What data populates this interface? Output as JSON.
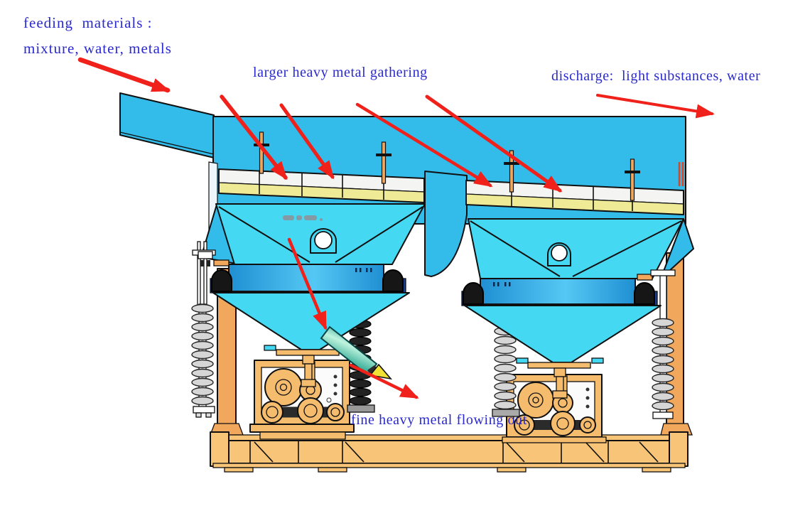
{
  "labels": {
    "feeding_line1": "feeding  materials :",
    "feeding_line2": "mixture, water, metals",
    "gathering": "larger heavy metal gathering",
    "discharge": "discharge:  light substances, water",
    "fine_out": "fine heavy metal flowing out"
  },
  "colors": {
    "label_blue": "#2929CF",
    "arrow_red": "#F0201A",
    "body_blue": "#33BBEA",
    "hopper_cyan": "#45D8F2",
    "band_blue_dark": "#1F8FD2",
    "band_blue_light": "#55C8F4",
    "sieve_white": "#F4F4F2",
    "sieve_yellow": "#EEEA96",
    "frame_orange": "#F2A85C",
    "base_orange": "#F8C478",
    "box_orange": "#F5BC6E",
    "spring_dark": "#222222",
    "spring_gray": "#D6D6D6",
    "spout_teal_dark": "#0A8C86",
    "spout_teal_light": "#BFF4DF",
    "spout_tip_yellow": "#F2E135",
    "outline": "#101010",
    "navy_block": "#1A3F8F",
    "background": "#FFFFFF"
  }
}
